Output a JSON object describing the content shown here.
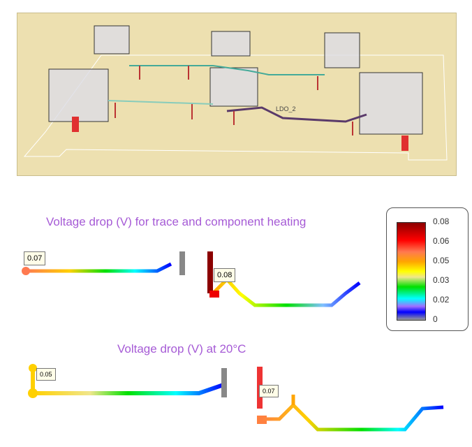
{
  "pcb_view": {
    "net_label": "LDO_2"
  },
  "panel1": {
    "title": "Voltage drop (V) for trace and component heating",
    "tag_left": "0.07",
    "tag_right": "0.08"
  },
  "panel2": {
    "title": "Voltage drop (V) at 20°C",
    "tag_left": "0.05",
    "tag_right": "0.07"
  },
  "legend": {
    "ticks": [
      "0.08",
      "0.06",
      "0.05",
      "0.03",
      "0.02",
      "0"
    ]
  }
}
